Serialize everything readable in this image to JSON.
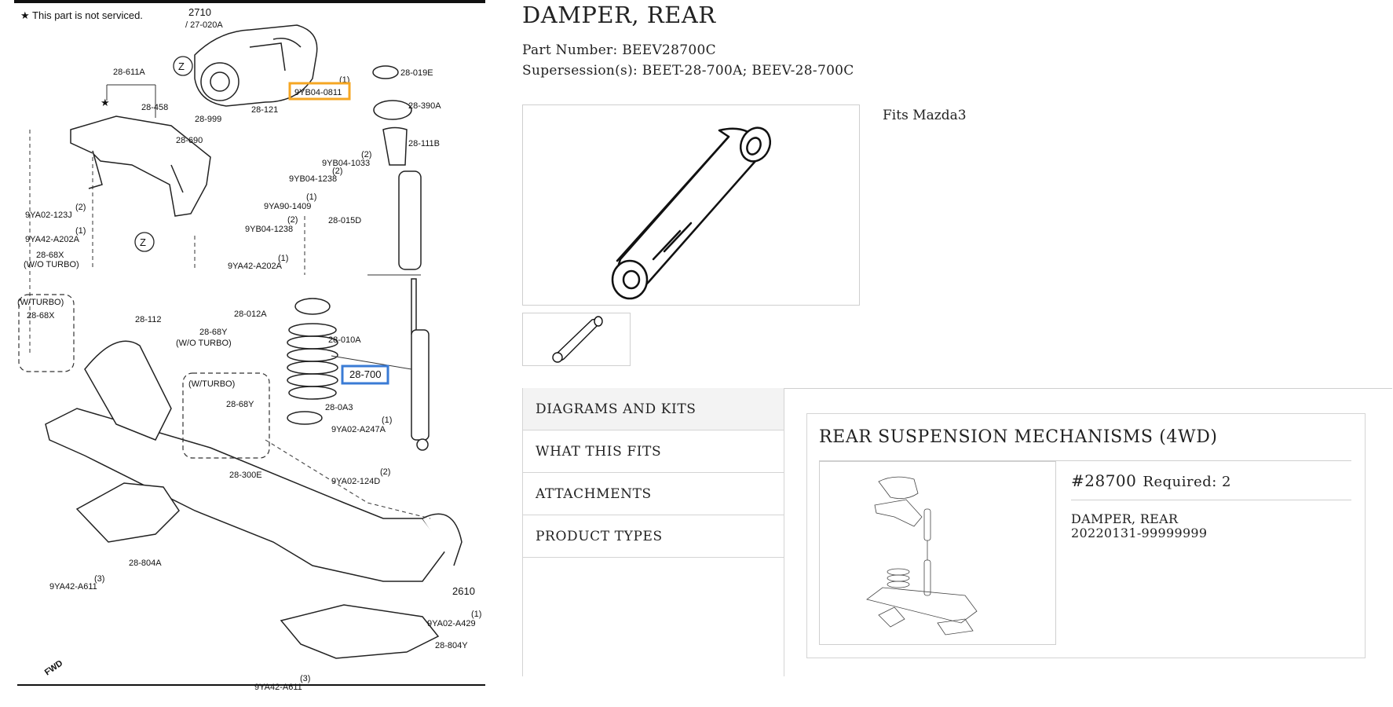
{
  "page": {
    "title": "DAMPER, REAR",
    "part_number_label": "Part Number:",
    "part_number": "BEEV28700C",
    "supersession_label": "Supersession(s):",
    "supersessions": "BEET-28-700A; BEEV-28-700C",
    "fits": "Fits Mazda3"
  },
  "tabs": [
    {
      "label": "DIAGRAMS AND KITS",
      "active": true
    },
    {
      "label": "WHAT THIS FITS",
      "active": false
    },
    {
      "label": "ATTACHMENTS",
      "active": false
    },
    {
      "label": "PRODUCT TYPES",
      "active": false
    }
  ],
  "diagram_panel": {
    "title": "REAR SUSPENSION MECHANISMS (4WD)",
    "ref_number": "#28700",
    "required_label": "Required: 2",
    "part_name": "DAMPER, REAR",
    "date_range": "20220131-99999999"
  },
  "diagram": {
    "note": "★ This part is not serviced.",
    "highlight_orange": "9YB04-0811",
    "highlight_blue": "28-700",
    "colors": {
      "orange": "#f5a623",
      "blue": "#3a7bd5"
    },
    "labels": [
      "2710",
      "/ 27-020A",
      "28-019E",
      "28-390A",
      "28-111B",
      "28-611A",
      "28-458",
      "28-121",
      "28-999",
      "28-690",
      "9YB04-1033",
      "(2)",
      "9YB04-1238",
      "(2)",
      "9YA90-1409",
      "(1)",
      "9YA02-123J",
      "(2)",
      "9YA42-A202A",
      "(1)",
      "9YB04-1238",
      "(2)",
      "28-015D",
      "28-68X",
      "(W/O TURBO)",
      "9YA42-A202A",
      "(1)",
      "(W/TURBO)",
      "28-68X",
      "28-112",
      "28-012A",
      "28-68Y",
      "(W/O TURBO)",
      "28-010A",
      "(W/TURBO)",
      "28-68Y",
      "28-0A3",
      "9YA02-A247A",
      "(1)",
      "28-300E",
      "9YA02-124D",
      "(2)",
      "28-804A",
      "9YA42-A611",
      "(3)",
      "2610",
      "9YA02-A429",
      "(1)",
      "28-804Y",
      "9YA42-A611",
      "(3)",
      "FWD",
      "(1)"
    ]
  }
}
